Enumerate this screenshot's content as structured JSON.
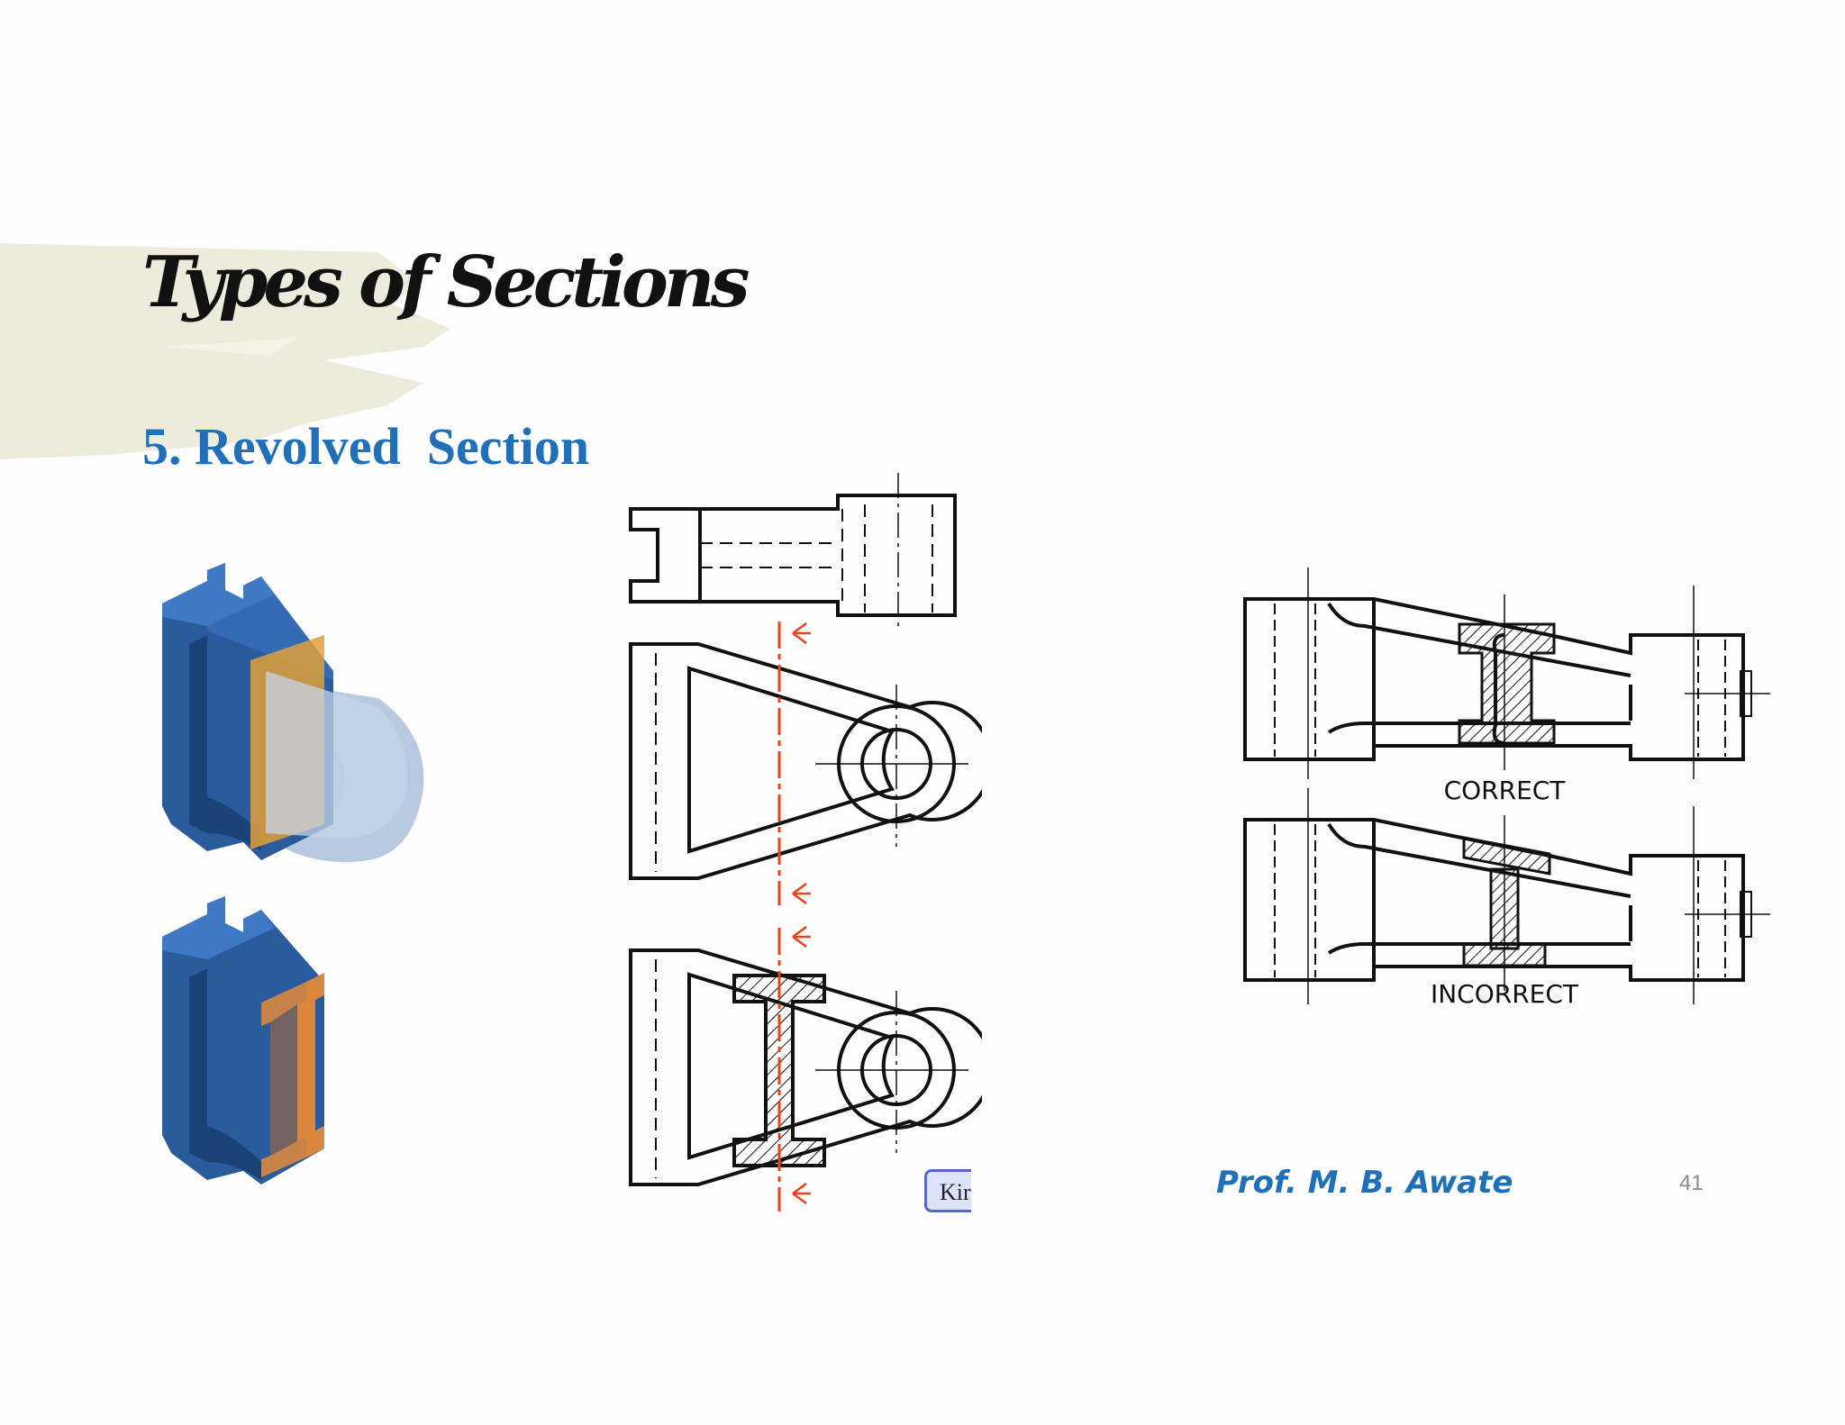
{
  "slide": {
    "title": "Types of Sections",
    "subtitle": "5. Revolved  Section",
    "author": "Prof. M. B. Awate",
    "page_number": "41"
  },
  "figures": {
    "label_correct": "CORRECT",
    "label_incorrect": "INCORRECT",
    "watermark_text": "Kir"
  },
  "colors": {
    "accent": "#1f6fb9",
    "brush": "#ecebdc",
    "cut_plane": "#e8431b",
    "model_blue": "#2a5b9c",
    "section_orange": "#d9873f"
  }
}
